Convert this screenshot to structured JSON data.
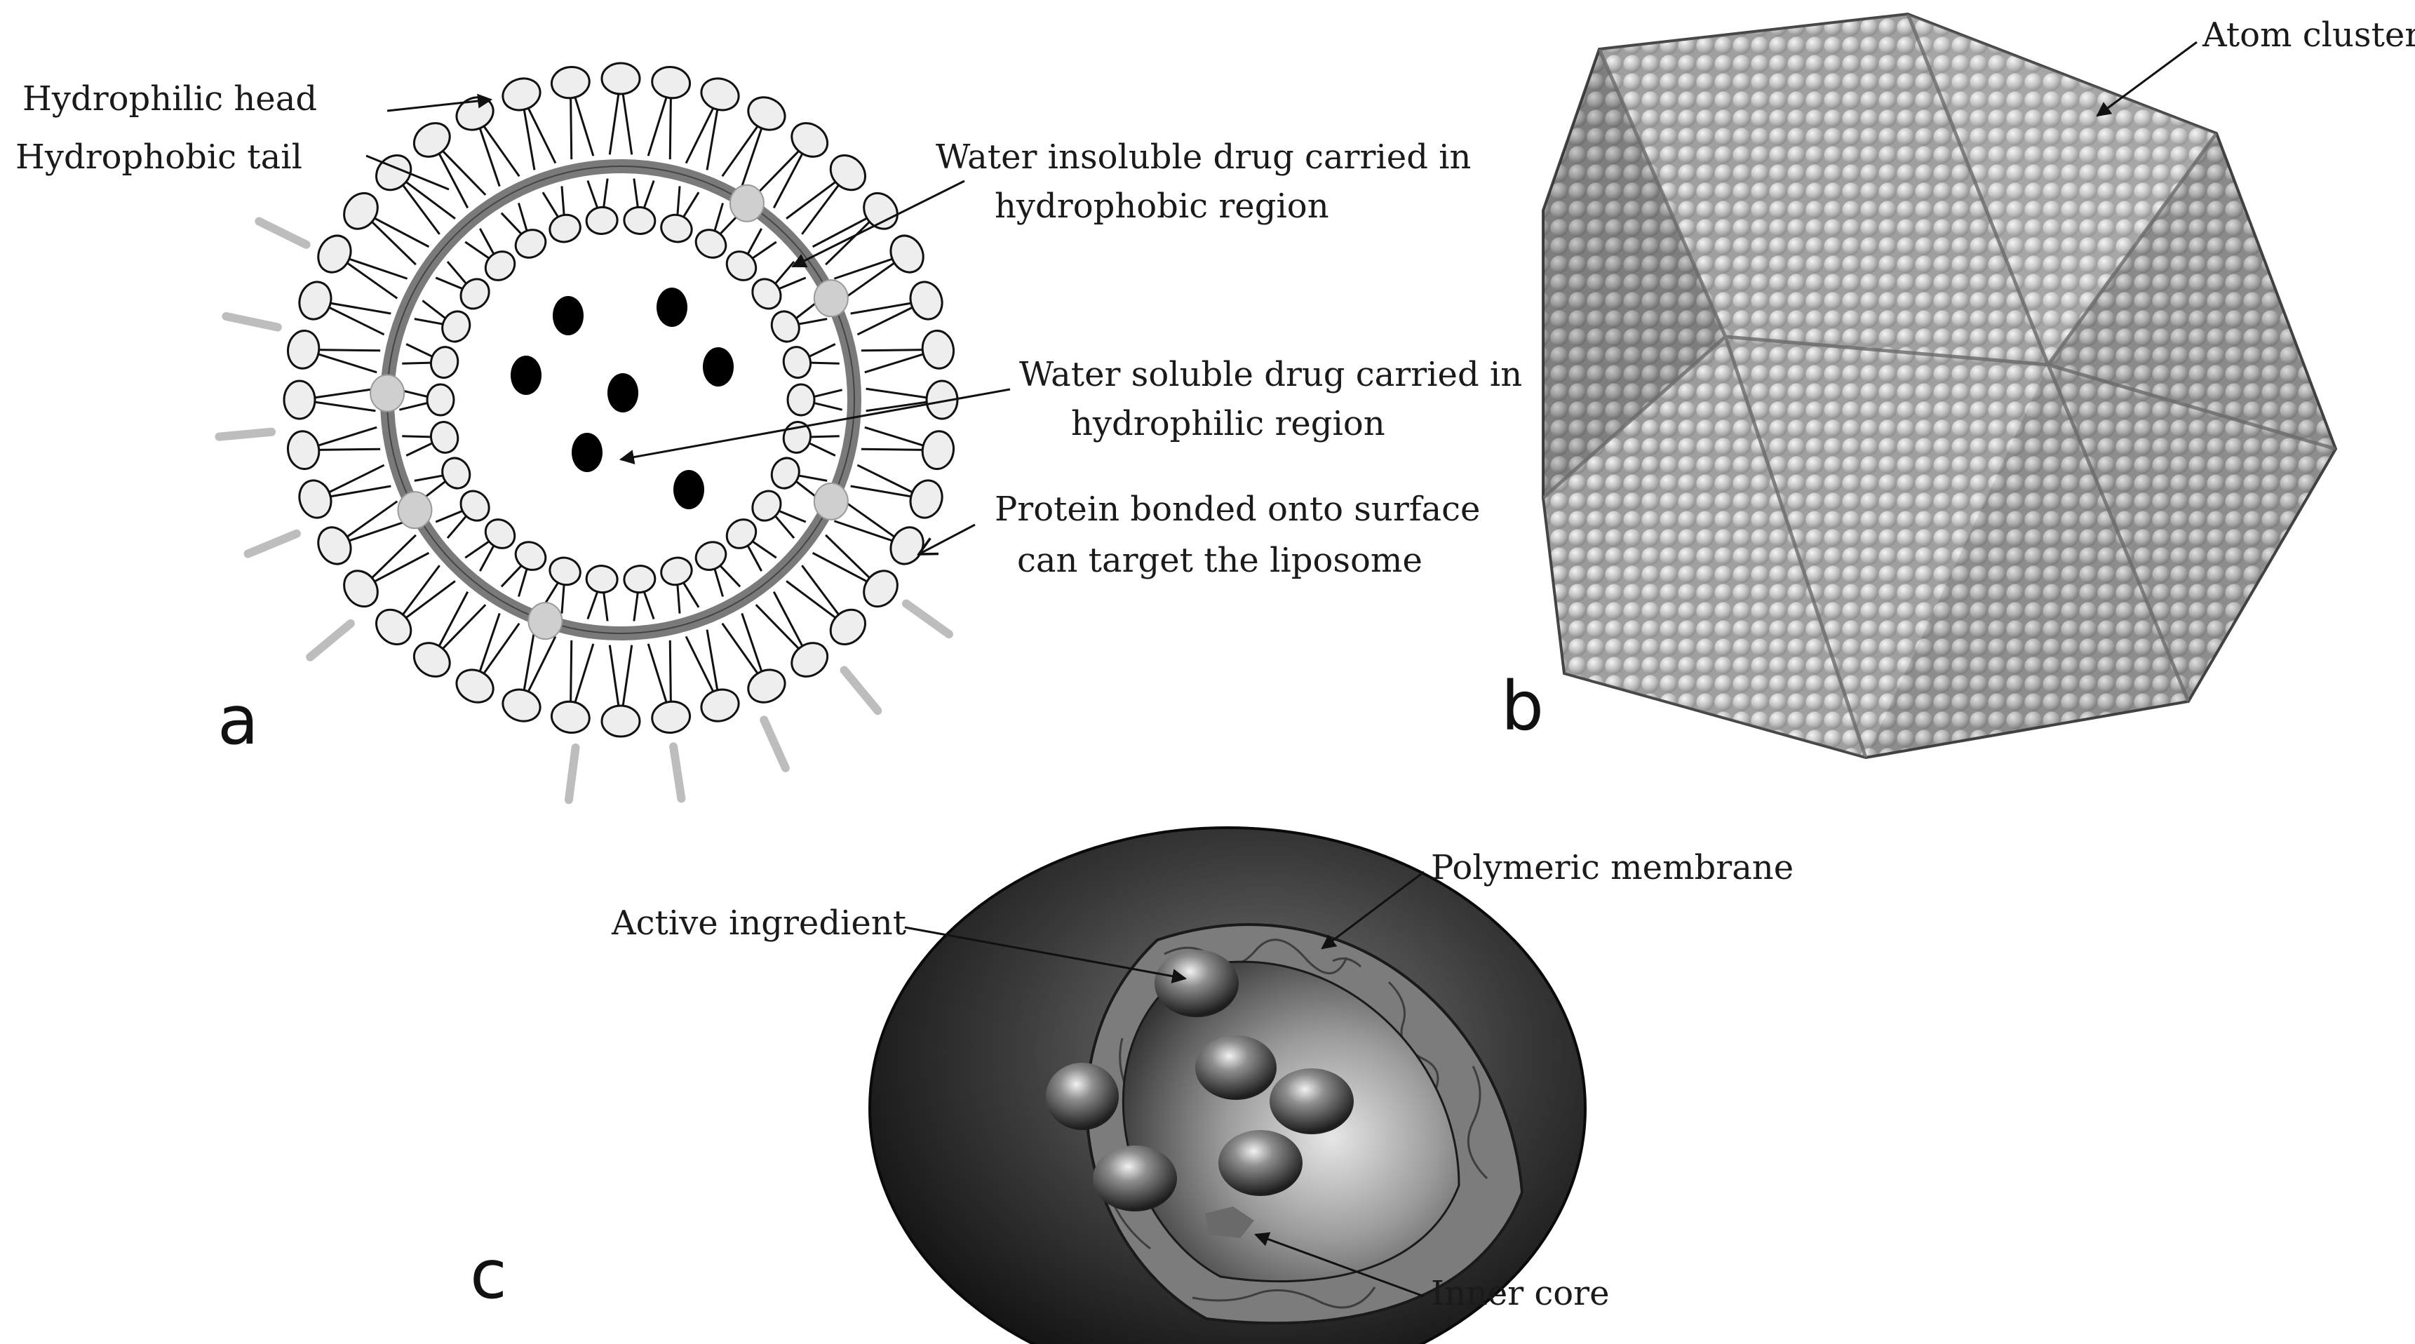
{
  "panel_a": {
    "letter": "a",
    "hydrophilic_head": "Hydrophilic head",
    "hydrophobic_tail": "Hydrophobic tail",
    "insoluble_line1": "Water insoluble drug carried in",
    "insoluble_line2": "hydrophobic region",
    "soluble_line1": "Water soluble drug carried in",
    "soluble_line2": "hydrophilic region",
    "protein_line1": "Protein bonded onto surface",
    "protein_line2": "can target the liposome"
  },
  "panel_b": {
    "letter": "b",
    "atom_cluster": "Atom cluster"
  },
  "panel_c": {
    "letter": "c",
    "active_ingredient": "Active ingredient",
    "polymeric_membrane": "Polymeric membrane",
    "inner_core": "Inner core"
  },
  "colors": {
    "lipid_head_fill": "#eeeeee",
    "drug_fill": "#000000",
    "band_stroke": "#7a7a7a",
    "protein_fill": "#c8c8c8",
    "atom_fill": "#cfcfcf"
  }
}
